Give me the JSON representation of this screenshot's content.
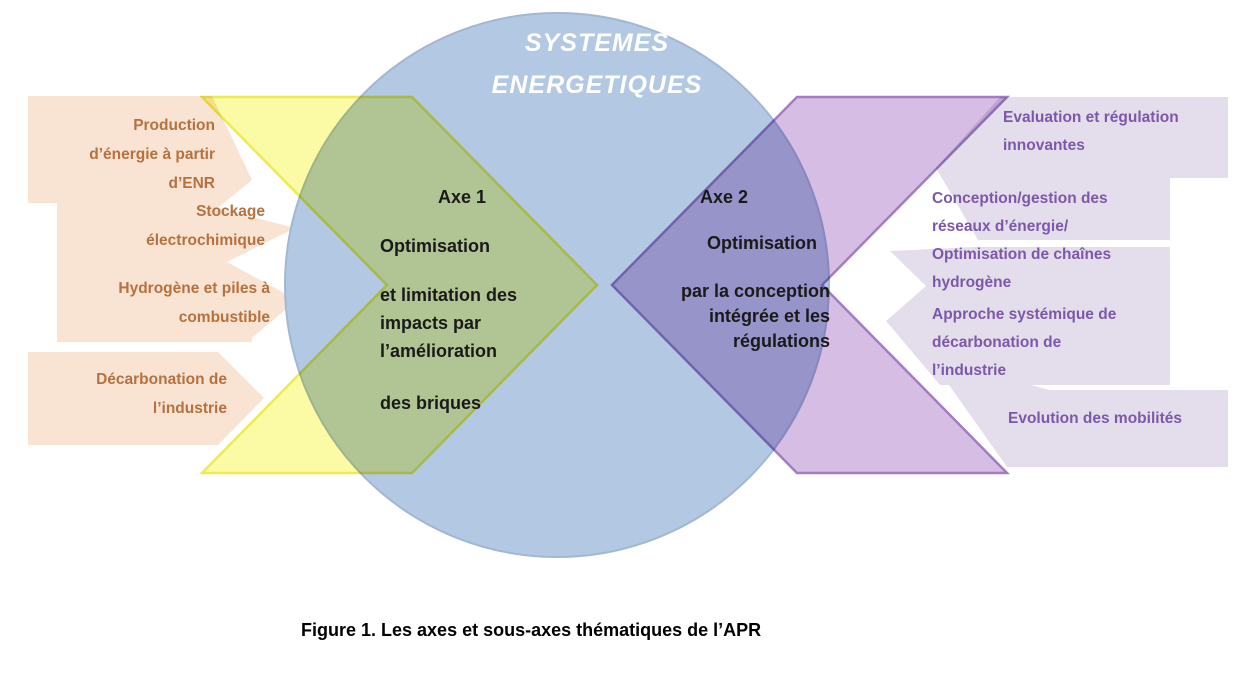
{
  "figure": {
    "title_lines": [
      "SYSTEMES",
      "ENERGETIQUES"
    ],
    "caption": "Figure 1. Les axes et sous-axes thématiques de l’APR",
    "axe1": {
      "label": "Axe 1",
      "lines": [
        "Optimisation",
        "et limitation des",
        "impacts par",
        "l’amélioration",
        "des briques"
      ]
    },
    "axe2": {
      "label": "Axe 2",
      "lines": [
        "Optimisation",
        "par la conception",
        "intégrée et les",
        "régulations"
      ]
    },
    "left_items": [
      {
        "lines": [
          "Production",
          "d’énergie à partir",
          "d’ENR"
        ]
      },
      {
        "lines": [
          "Stockage",
          "électrochimique"
        ]
      },
      {
        "lines": [
          "Hydrogène et piles à",
          "combustible"
        ]
      },
      {
        "lines": [
          "Décarbonation de",
          "l’industrie"
        ]
      }
    ],
    "right_items": [
      {
        "lines": [
          "Evaluation et régulation",
          "innovantes"
        ]
      },
      {
        "lines": [
          "Conception/gestion des",
          "réseaux d’énergie/",
          "Optimisation de chaînes",
          "hydrogène"
        ]
      },
      {
        "lines": [
          "Approche systémique de",
          "décarbonation de",
          "l’industrie"
        ]
      },
      {
        "lines": [
          "Evolution des mobilités"
        ]
      }
    ],
    "colors": {
      "circle_fill": "#b3c8e2",
      "circle_border": "#a2b7d3",
      "yellow_fill": "#fbfba6",
      "yellow_border": "#ecec52",
      "purple_fill": "#d6bde3",
      "purple_border": "#a17dc3",
      "peach_fill": "#f9e4d3",
      "peach_text": "#b5713f",
      "lavender_fill": "#e4deec",
      "lavender_text": "#7d58a8",
      "axe_text": "#1a1a1a",
      "title_text": "#ffffff",
      "caption_text": "#000000"
    }
  }
}
